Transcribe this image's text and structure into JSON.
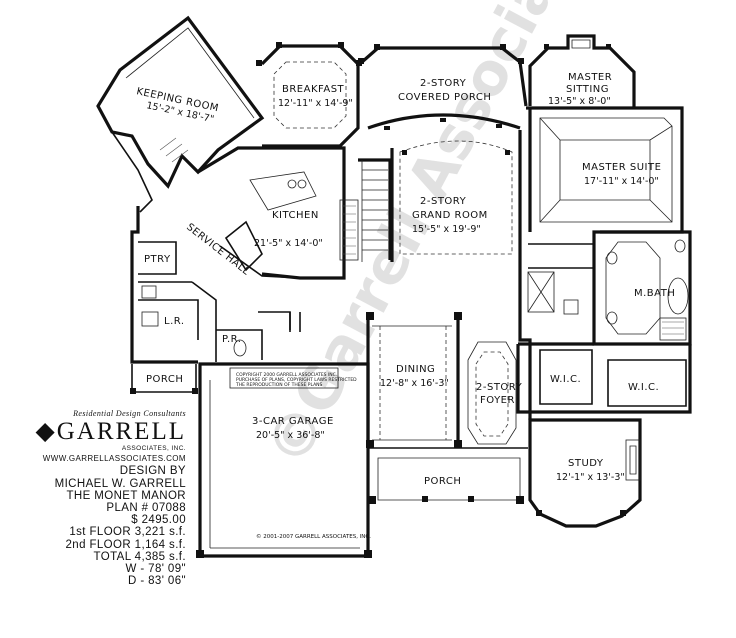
{
  "watermark": "©Garrell Associates",
  "rooms": {
    "keeping_room": {
      "name": "KEEPING ROOM",
      "dims": "15'-2\" x 18'-7\""
    },
    "breakfast": {
      "name": "BREAKFAST",
      "dims": "12'-11\" x 14'-9\""
    },
    "covered_porch": {
      "name": "2-STORY",
      "name2": "COVERED PORCH"
    },
    "master_sitting": {
      "name": "MASTER",
      "name2": "SITTING",
      "dims": "13'-5\" x 8'-0\""
    },
    "master_suite": {
      "name": "MASTER SUITE",
      "dims": "17'-11\" x 14'-0\""
    },
    "kitchen": {
      "name": "KITCHEN",
      "dims": "21'-5\" x 14'-0\""
    },
    "grand_room": {
      "name": "2-STORY",
      "name2": "GRAND ROOM",
      "dims": "15'-5\" x 19'-9\""
    },
    "pantry": {
      "name": "PTRY"
    },
    "service_hall": {
      "name": "SERVICE HALL"
    },
    "laundry": {
      "name": "L.R."
    },
    "powder": {
      "name": "P.R."
    },
    "m_bath": {
      "name": "M.BATH"
    },
    "side_porch": {
      "name": "PORCH"
    },
    "dining": {
      "name": "DINING",
      "dims": "12'-8\" x 16'-3\""
    },
    "foyer": {
      "name": "2-STORY",
      "name2": "FOYER"
    },
    "wic_left": {
      "name": "W.I.C."
    },
    "wic_right": {
      "name": "W.I.C."
    },
    "garage": {
      "name": "3-CAR GARAGE",
      "dims": "20'-5\" x 36'-8\""
    },
    "study": {
      "name": "STUDY",
      "dims": "12'-1\" x 13'-3\""
    },
    "front_porch": {
      "name": "PORCH"
    }
  },
  "copyright_box": {
    "line1": "COPYRIGHT 2000 GARRELL ASSOCIATES INC.",
    "line2": "PURCHASE OF PLANS, COPYRIGHT LAWS RESTRICTED",
    "line3": "THE REPRODUCTION OF THESE PLANS"
  },
  "copyright_small": "© 2001-2007 GARRELL ASSOCIATES, INC.",
  "info": {
    "tagline": "Residential Design Consultants",
    "brand": "GARRELL",
    "brand_sub": "ASSOCIATES, INC.",
    "url": "WWW.GARRELLASSOCIATES.COM",
    "design_by": "DESIGN BY",
    "designer": "MICHAEL W. GARRELL",
    "plan_name": "THE MONET MANOR",
    "plan_number": "PLAN # 07088",
    "price": "$ 2495.00",
    "first_floor": "1st FLOOR 3,221 s.f.",
    "second_floor": "2nd FLOOR 1,164 s.f.",
    "total": "TOTAL 4,385 s.f.",
    "width": "W - 78' 09\"",
    "depth": "D - 83' 06\""
  }
}
